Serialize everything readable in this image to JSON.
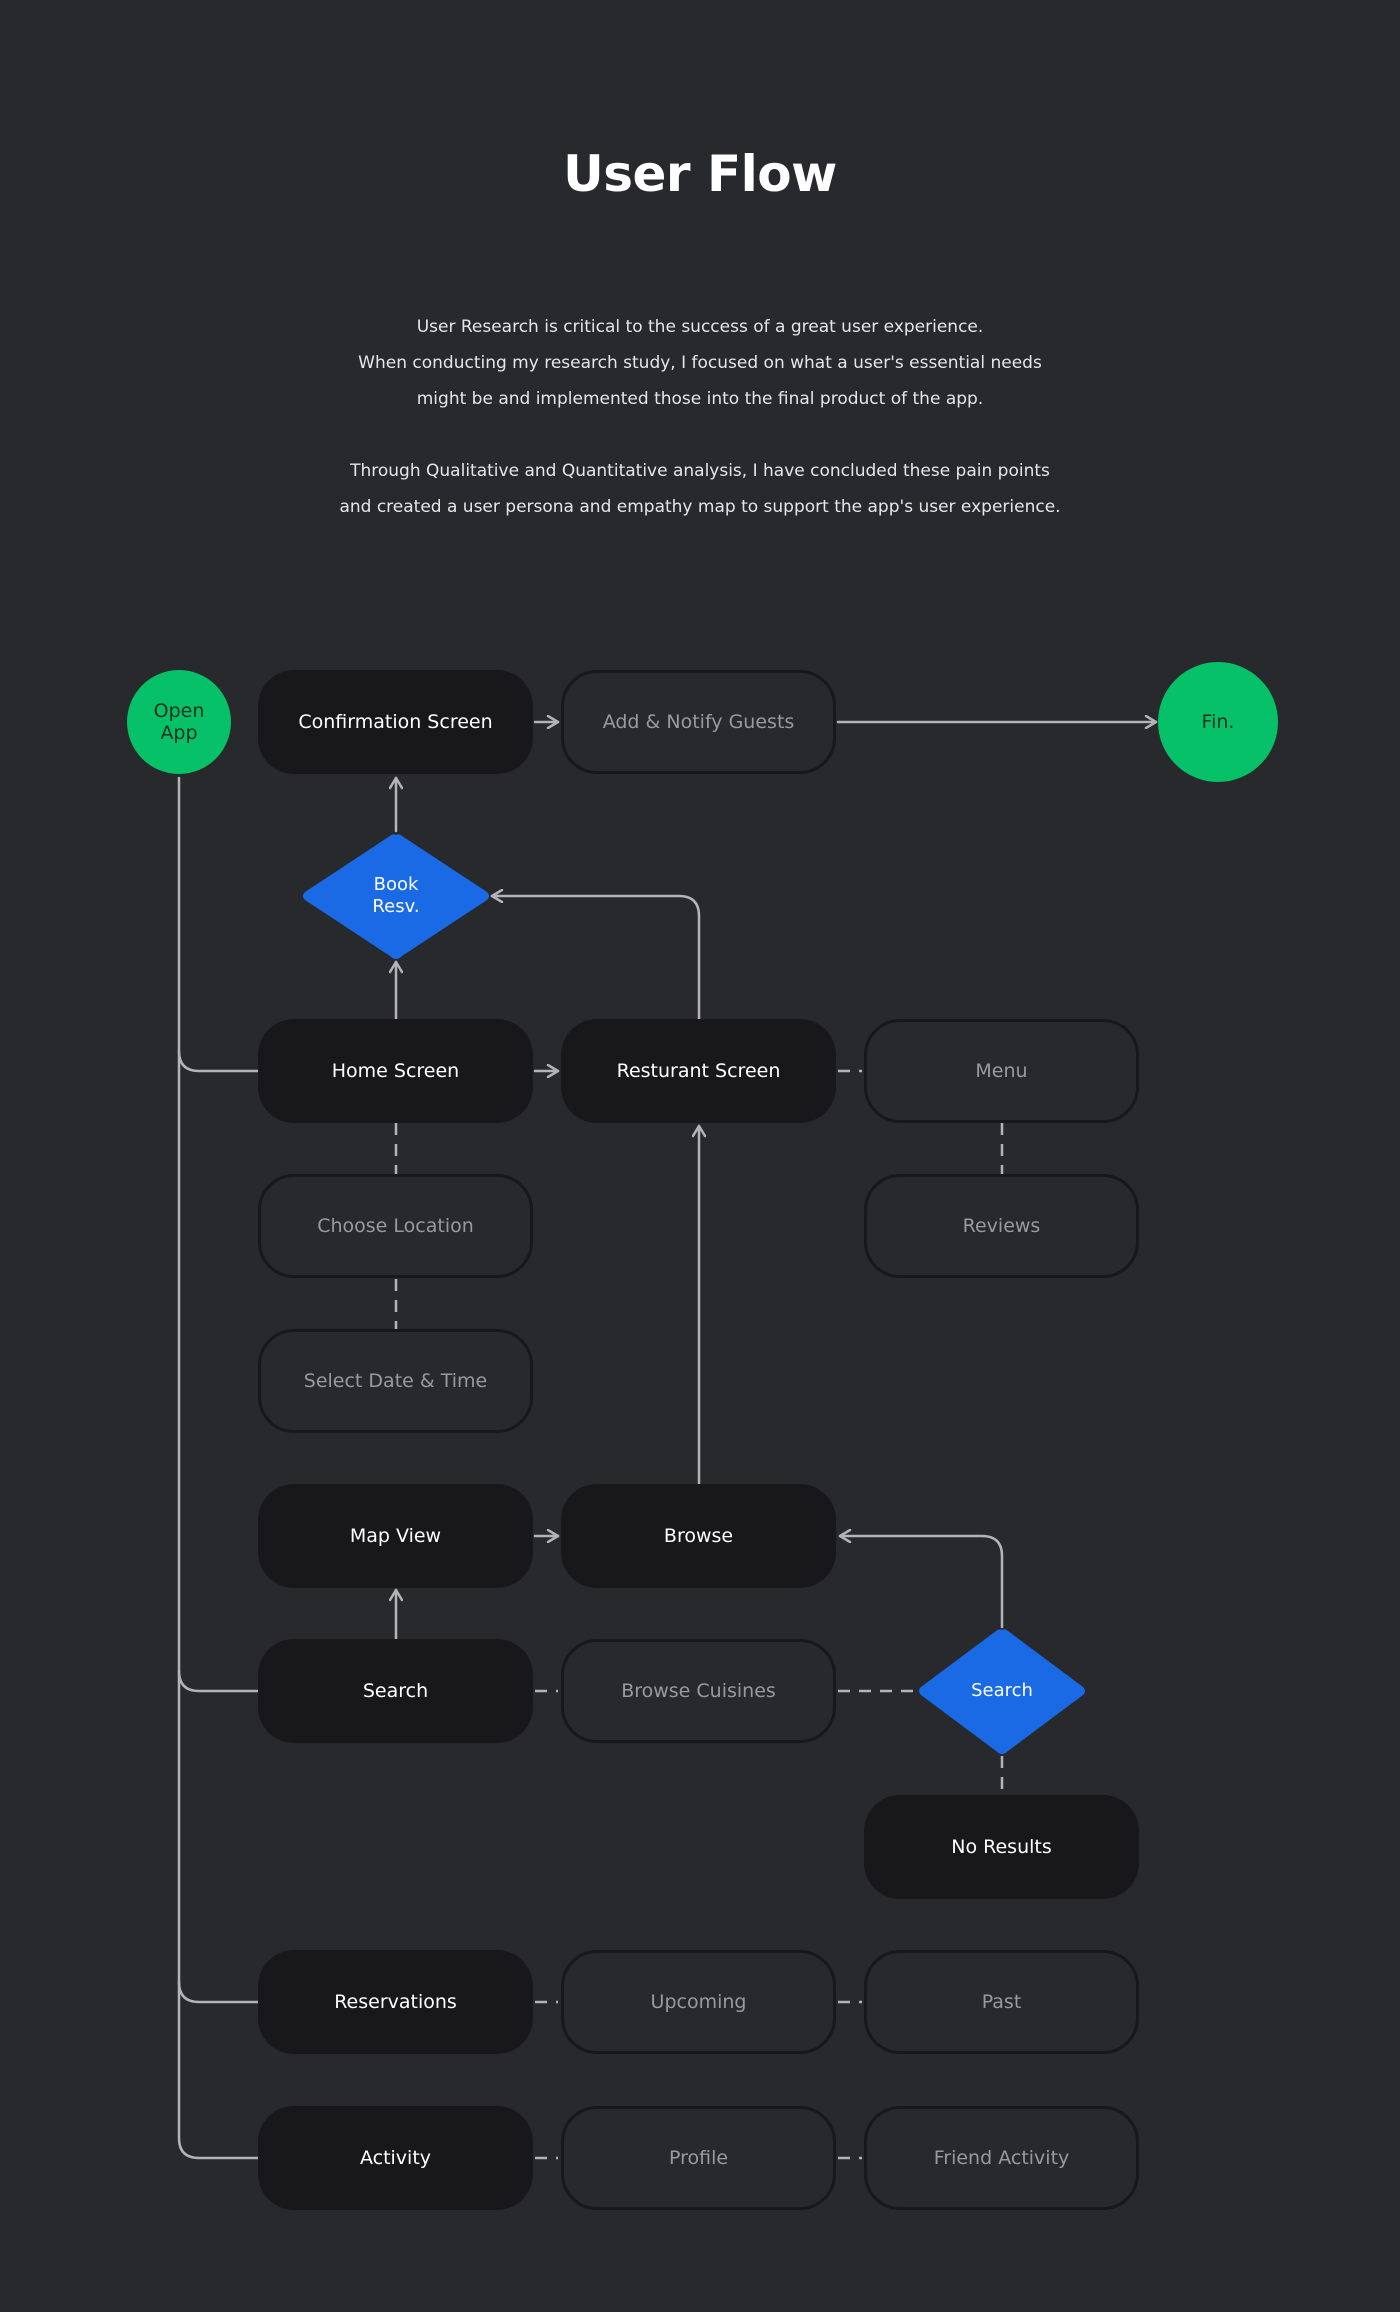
{
  "title": "User Flow",
  "intro": {
    "paragraph1": [
      "User Research is critical to the success of a great user experience.",
      "When conducting my research study, I focused on what a user's essential needs",
      "might be and implemented those into the final product of the app."
    ],
    "paragraph2": [
      "Through Qualitative and Quantitative analysis, I have concluded these pain points",
      "and created a user persona and empathy map to support the app's user experience."
    ]
  },
  "colors": {
    "background": "#28292d",
    "primary_node": "#18181a",
    "terminal": "#06c167",
    "decision": "#1a6ae6",
    "connector": "#b4b4b8"
  },
  "nodes": {
    "open_app": "Open App",
    "fin": "Fin.",
    "confirmation_screen": "Confirmation Screen",
    "add_notify_guests": "Add & Notify Guests",
    "book_resv": "Book Resv.",
    "home_screen": "Home Screen",
    "restaurant_screen": "Resturant Screen",
    "menu": "Menu",
    "reviews": "Reviews",
    "choose_location": "Choose Location",
    "select_date_time": "Select Date & Time",
    "map_view": "Map View",
    "browse": "Browse",
    "search": "Search",
    "browse_cuisines": "Browse Cuisines",
    "search_decision": "Search",
    "no_results": "No Results",
    "reservations": "Reservations",
    "upcoming": "Upcoming",
    "past": "Past",
    "activity": "Activity",
    "profile": "Profile",
    "friend_activity": "Friend Activity"
  }
}
